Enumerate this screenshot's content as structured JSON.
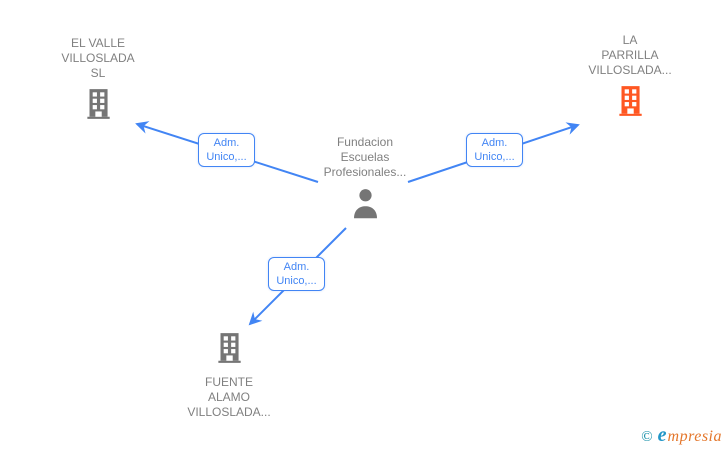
{
  "colors": {
    "edge_blue": "#4285f4",
    "icon_gray": "#757575",
    "text_gray": "#808080",
    "building_orange": "#ff5722",
    "logo_teal": "#0e8ca6",
    "logo_blue": "#2196c8",
    "logo_orange": "#e4772c"
  },
  "nodes": {
    "fundacion": {
      "lines": [
        "Fundacion",
        "Escuelas",
        "Profesionales..."
      ],
      "icon": "person-icon"
    },
    "el_valle": {
      "lines": [
        "EL VALLE",
        "VILLOSLADA",
        "SL"
      ],
      "icon": "building-icon"
    },
    "la_parrilla": {
      "lines": [
        "LA",
        "PARRILLA",
        "VILLOSLADA..."
      ],
      "icon": "building-icon"
    },
    "fuente_alamo": {
      "lines": [
        "FUENTE",
        "ALAMO",
        "VILLOSLADA..."
      ],
      "icon": "building-icon"
    }
  },
  "edges": [
    {
      "from": "fundacion",
      "to": "el_valle",
      "label_lines": [
        "Adm.",
        "Unico,..."
      ]
    },
    {
      "from": "fundacion",
      "to": "la_parrilla",
      "label_lines": [
        "Adm.",
        "Unico,..."
      ]
    },
    {
      "from": "fundacion",
      "to": "fuente_alamo",
      "label_lines": [
        "Adm.",
        "Unico,..."
      ]
    }
  ],
  "footer": {
    "copyright": "©",
    "brand_initial": "e",
    "brand_rest": "mpresia"
  }
}
